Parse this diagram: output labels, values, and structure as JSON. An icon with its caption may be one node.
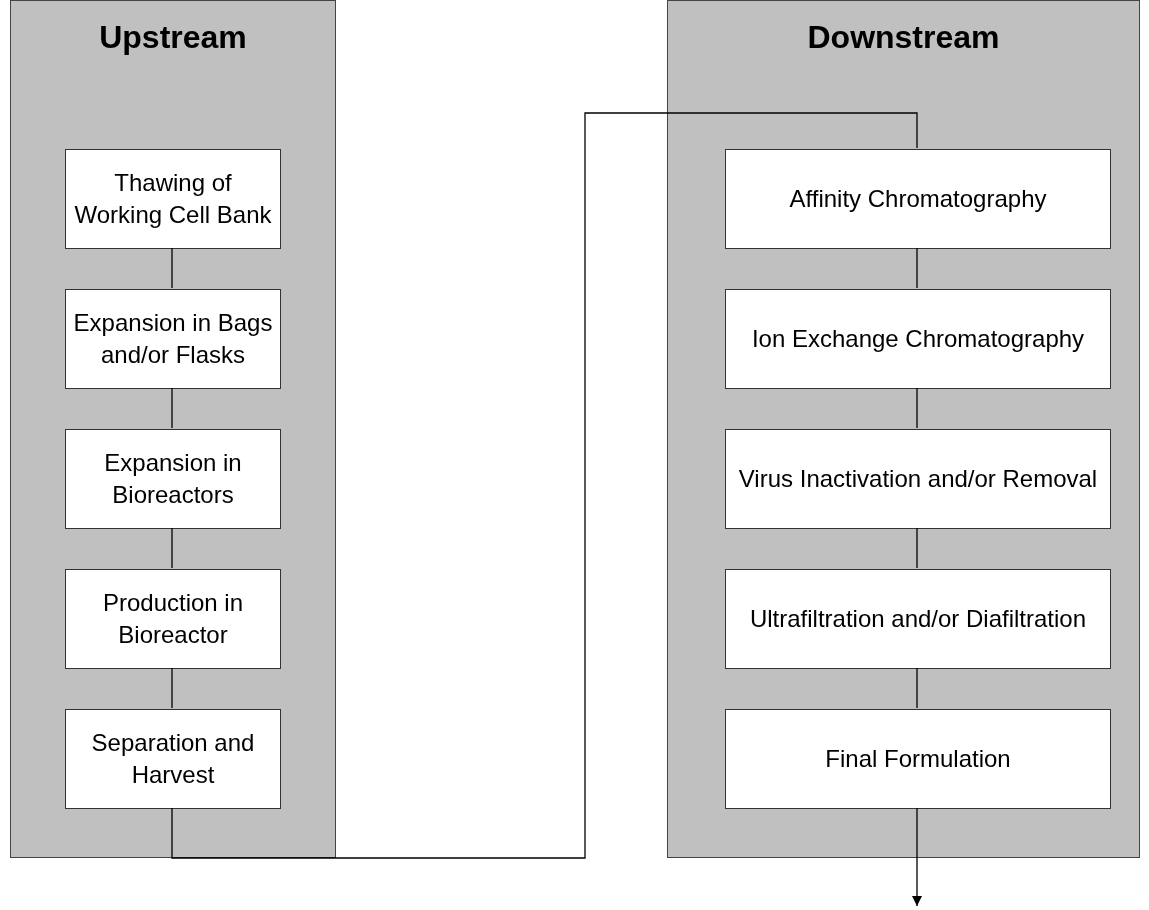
{
  "diagram": {
    "nodes": [
      {
        "text": [
          "Upstream"
        ]
      },
      {
        "text": [
          "Thawing of Working Cell Bank"
        ],
        "in": 0
      },
      {
        "text": [
          "Expansion in Bags and/or Flasks"
        ],
        "in": 0
      },
      {
        "text": [
          "Expansion in Bioreactors"
        ],
        "in": 0
      },
      {
        "text": [
          "Production in Bioreactor"
        ],
        "in": 0
      },
      {
        "text": [
          "Separation and Harvest"
        ],
        "in": 0
      },
      {
        "text": [
          "Downstream"
        ]
      },
      {
        "text": [
          "Affinity Chromatography"
        ],
        "in": 6
      },
      {
        "text": [
          "Ion Exchange Chromatography"
        ],
        "in": 6
      },
      {
        "text": [
          "Virus Inactivation and/or Removal"
        ],
        "in": 6
      },
      {
        "text": [
          "Ultrafiltration and/or Diafiltration"
        ],
        "in": 6
      },
      {
        "text": [
          "Final Formulation"
        ],
        "in": 6
      }
    ],
    "edges": [
      {
        "from": 1,
        "to": 2,
        "arrow": "none"
      },
      {
        "from": 2,
        "to": 3,
        "arrow": "none"
      },
      {
        "from": 3,
        "to": 4,
        "arrow": "none"
      },
      {
        "from": 4,
        "to": 5,
        "arrow": "none"
      },
      {
        "from": 5,
        "to": 7,
        "arrow": "none"
      },
      {
        "from": 7,
        "to": 8,
        "arrow": "none"
      },
      {
        "from": 8,
        "to": 9,
        "arrow": "none"
      },
      {
        "from": 9,
        "to": 10,
        "arrow": "none"
      },
      {
        "from": 10,
        "to": 11,
        "arrow": "none"
      },
      {
        "from": 11,
        "to": null,
        "arrow": "to"
      }
    ]
  }
}
